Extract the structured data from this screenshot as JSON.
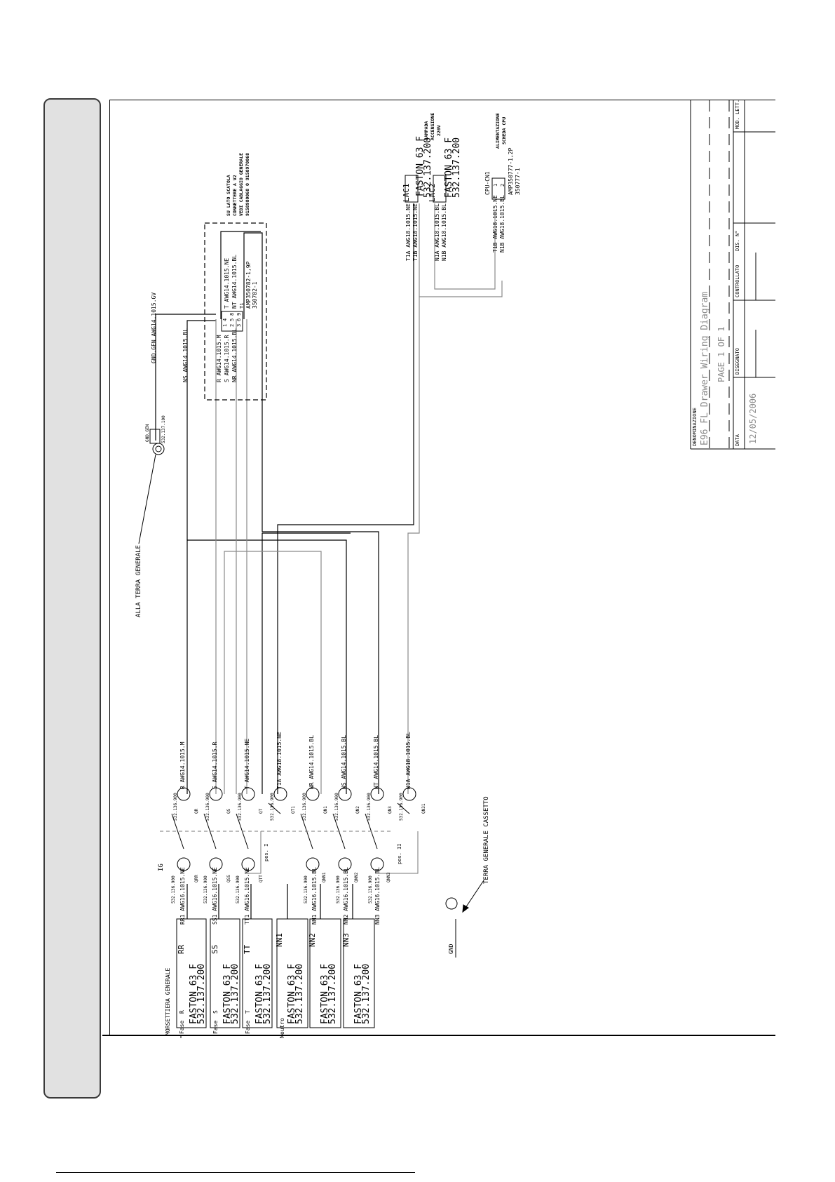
{
  "terminal_block": {
    "title": "MORSETTIERA GENERALE",
    "phases": [
      {
        "phase": "Fase",
        "letter": "R",
        "tag": "RR",
        "model": "FASTON 63 F",
        "code": "532.137.200"
      },
      {
        "phase": "Fase",
        "letter": "S",
        "tag": "SS",
        "model": "FASTON 63 F",
        "code": "532.137.200"
      },
      {
        "phase": "Fase",
        "letter": "T",
        "tag": "TT",
        "model": "FASTON 63 F",
        "code": "532.137.200"
      }
    ],
    "neutral_label": "Neutro",
    "neutrals": [
      {
        "tag": "NN1",
        "model": "FASTON 63 F",
        "code": "532.137.200"
      },
      {
        "tag": "NN2",
        "model": "FASTON 63 F",
        "code": "532.137.200"
      },
      {
        "tag": "NN3",
        "model": "FASTON 63 F",
        "code": "532.137.200"
      }
    ]
  },
  "left_wires": [
    "RR1 AWG16.1015.NE",
    "SS1 AWG16.1015.NE",
    "TT1 AWG16.1015.NE",
    "NN1 AWG16.1015.BL",
    "NN2 AWG16.1015.BL",
    "NN3 AWG16.1015.BL"
  ],
  "switch": {
    "label": "IG",
    "left_connector_code": "532.136.900",
    "right_connector_code": "532.136.900",
    "left_tags": [
      "QRR",
      "QSS",
      "QTT",
      "QNN1",
      "QNN2",
      "QNN3"
    ],
    "right_tags": [
      "QR",
      "QS",
      "QT",
      "QT1",
      "QN1",
      "QN2",
      "QN3",
      "QN31"
    ],
    "pos1": "pos. I",
    "pos2": "pos. II"
  },
  "right_wires": [
    "R AWG14.1015.M",
    "S AWG14.1015.R",
    "T AWG14.1015.NE",
    "T1A AWG18.1015.NE",
    "NR AWG14.1015.BL",
    "NS AWG14.1015.BL",
    "NT AWG14.1015.BL",
    "N1A AWG18.1015.BL"
  ],
  "ground": {
    "symbol_label": "GND",
    "drawer_ground": "TERRA GENERALE CASSETTO",
    "general_ground": "ALLA TERRA GENERALE",
    "gnd_tag": "GND.GEN",
    "gnd_code": "532.137.100",
    "gnd_wire": "GND.GEN AWG14.1015.GV"
  },
  "main_connector": {
    "left_wires": [
      "R AWG14.1015.M",
      "S AWG14.1015.R",
      "NR AWG14.1015.BL"
    ],
    "right_wires": [
      "T AWG14.1015.NE",
      "NT AWG14.1015.BL",
      "T1"
    ],
    "ns_wire": "NS AWG14.1015.BL",
    "pins": [
      [
        "1",
        "4"
      ],
      [
        "2",
        "5",
        "8"
      ],
      [
        "3",
        "6",
        "9"
      ]
    ],
    "part": "AMP350782-1,9P",
    "part2": "350782-1",
    "note": [
      "SU LATO SCATOLA",
      "CONNETTERE A V2",
      "VEDI CABLAGGIO GENERALE",
      "9158980068 O 9158970068"
    ]
  },
  "lamp": {
    "wires": [
      "T1A AWG18.1015.NE",
      "T1B AWG18.1015.NE",
      "N1A AWG18.1015.BL",
      "N1B AWG18.1015.BL"
    ],
    "tags": [
      "LAC1",
      "LAC2"
    ],
    "model": "FASTON 63 F",
    "code": "532.137.200",
    "caption": [
      "LAMPADA",
      "ACCENSIONE",
      "220V"
    ]
  },
  "cpu": {
    "tag": "CPU-CN1",
    "wires": [
      "T1B AWG18.1015.NE",
      "N1B AWG18.1015.BL"
    ],
    "pins": [
      "1",
      "2"
    ],
    "part": "AMP350777-1,2P",
    "part2": "350777-1",
    "caption": [
      "ALIMENTAZIONE",
      "SCHEDA CPU"
    ]
  },
  "title_block": {
    "denominazione_label": "DENOMINAZIONE",
    "title": "E96 FL Drawer Wiring Diagram",
    "page": "PAGE 1 OF 1",
    "data_label": "DATA",
    "date": "12/05/2006",
    "disegnato_label": "DISEGNATO",
    "controllato_label": "CONTROLLATO",
    "dis_label": "DIS. N°",
    "mod_label": "MOD. LETT."
  }
}
